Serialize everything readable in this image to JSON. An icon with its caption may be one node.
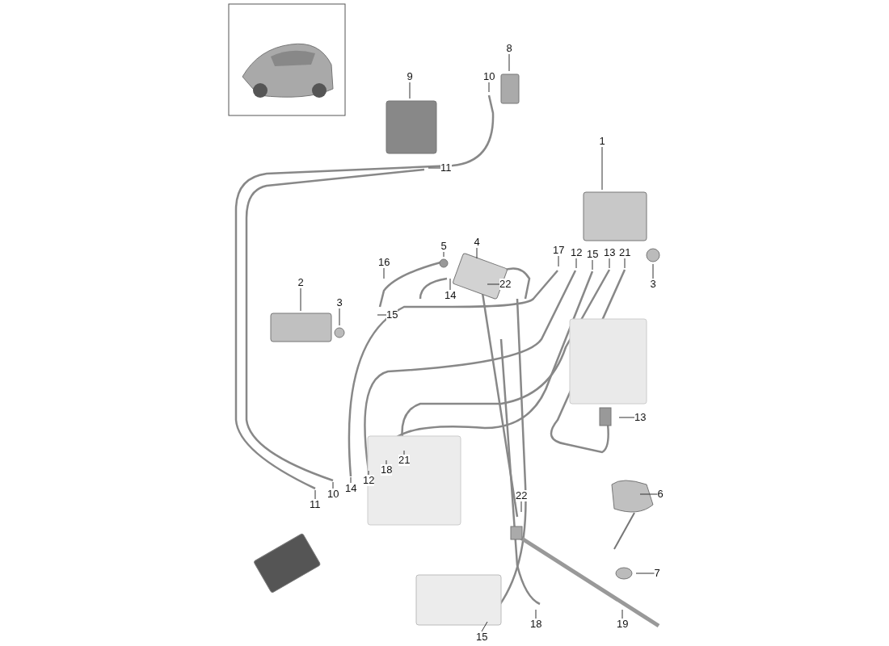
{
  "diagram": {
    "nodes": [
      {
        "text": [
          "8"
        ]
      },
      {
        "text": [
          "9"
        ]
      },
      {
        "text": [
          "10"
        ]
      },
      {
        "text": [
          "1"
        ]
      },
      {
        "text": [
          "11"
        ]
      },
      {
        "text": [
          "4"
        ]
      },
      {
        "text": [
          "5"
        ]
      },
      {
        "text": [
          "17"
        ]
      },
      {
        "text": [
          "12"
        ]
      },
      {
        "text": [
          "15"
        ]
      },
      {
        "text": [
          "13"
        ]
      },
      {
        "text": [
          "21"
        ]
      },
      {
        "text": [
          "16"
        ]
      },
      {
        "text": [
          "2"
        ]
      },
      {
        "text": [
          "22"
        ]
      },
      {
        "text": [
          "3"
        ]
      },
      {
        "text": [
          "14"
        ]
      },
      {
        "text": [
          "3"
        ]
      },
      {
        "text": [
          "15"
        ]
      },
      {
        "text": [
          "13"
        ]
      },
      {
        "text": [
          "21"
        ]
      },
      {
        "text": [
          "18"
        ]
      },
      {
        "text": [
          "12"
        ]
      },
      {
        "text": [
          "14"
        ]
      },
      {
        "text": [
          "10"
        ]
      },
      {
        "text": [
          "6"
        ]
      },
      {
        "text": [
          "22"
        ]
      },
      {
        "text": [
          "11"
        ]
      },
      {
        "text": [
          "7"
        ]
      },
      {
        "text": [
          "18"
        ]
      },
      {
        "text": [
          "19"
        ]
      },
      {
        "text": [
          "15"
        ]
      }
    ],
    "edges": [
      {
        "from": 0,
        "to": null,
        "arrow": "none"
      },
      {
        "from": 1,
        "to": null,
        "arrow": "none"
      },
      {
        "from": 2,
        "to": null,
        "arrow": "none"
      },
      {
        "from": 3,
        "to": null,
        "arrow": "none"
      },
      {
        "from": 4,
        "to": null,
        "arrow": "none"
      },
      {
        "from": 5,
        "to": null,
        "arrow": "none"
      },
      {
        "from": 6,
        "to": null,
        "arrow": "none"
      },
      {
        "from": 7,
        "to": null,
        "arrow": "none"
      },
      {
        "from": 8,
        "to": null,
        "arrow": "none"
      },
      {
        "from": 9,
        "to": null,
        "arrow": "none"
      },
      {
        "from": 10,
        "to": null,
        "arrow": "none"
      },
      {
        "from": 11,
        "to": null,
        "arrow": "none"
      },
      {
        "from": 12,
        "to": null,
        "arrow": "none"
      },
      {
        "from": 13,
        "to": null,
        "arrow": "none"
      },
      {
        "from": 14,
        "to": null,
        "arrow": "none"
      },
      {
        "from": 15,
        "to": null,
        "arrow": "none"
      },
      {
        "from": 16,
        "to": null,
        "arrow": "none"
      },
      {
        "from": 17,
        "to": null,
        "arrow": "none"
      },
      {
        "from": 18,
        "to": null,
        "arrow": "none"
      },
      {
        "from": 19,
        "to": null,
        "arrow": "none"
      },
      {
        "from": 20,
        "to": null,
        "arrow": "none"
      },
      {
        "from": 21,
        "to": null,
        "arrow": "none"
      },
      {
        "from": 22,
        "to": null,
        "arrow": "none"
      },
      {
        "from": 23,
        "to": null,
        "arrow": "none"
      },
      {
        "from": 24,
        "to": null,
        "arrow": "none"
      },
      {
        "from": 25,
        "to": null,
        "arrow": "none"
      },
      {
        "from": 26,
        "to": null,
        "arrow": "none"
      },
      {
        "from": 27,
        "to": null,
        "arrow": "none"
      },
      {
        "from": 28,
        "to": null,
        "arrow": "none"
      },
      {
        "from": 29,
        "to": null,
        "arrow": "none"
      },
      {
        "from": 30,
        "to": null,
        "arrow": "none"
      },
      {
        "from": 31,
        "to": null,
        "arrow": "none"
      }
    ]
  }
}
